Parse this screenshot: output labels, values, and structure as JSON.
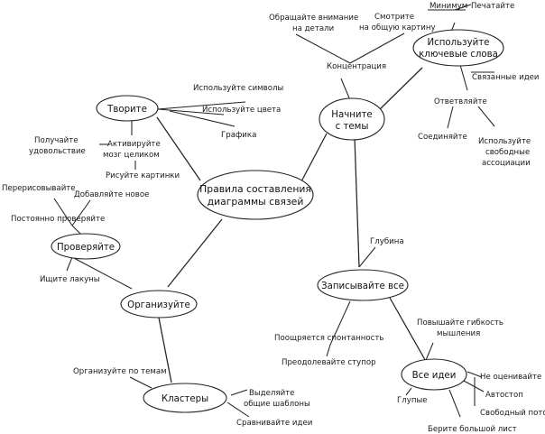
{
  "center": {
    "line1": "Правила составления",
    "line2": "диаграммы связей"
  },
  "nodes": {
    "create": "Творите",
    "start": {
      "line1": "Начните",
      "line2": "с темы"
    },
    "keywords": {
      "line1": "Используйте",
      "line2": "ключевые слова"
    },
    "check": "Проверяйте",
    "organize": "Организуйте",
    "clusters": "Кластеры",
    "write": "Записывайте все",
    "ideas": "Все идеи"
  },
  "labels": {
    "symbols": "Используйте символы",
    "colors": "Используйте цвета",
    "graphics": "Графика",
    "benefit": {
      "line1": "Получайте",
      "line2": "удовольствие"
    },
    "brain": {
      "line1": "Активируйте",
      "line2": "мозг целиком"
    },
    "pictures": "Рисуйте картинки",
    "redraw": "Перерисовывайте",
    "addnew": "Добавляйте новое",
    "constcheck": "Постоянно проверяйте",
    "gaps": "Ищите лакуны",
    "byTopics": "Организуйте по темам",
    "patterns": {
      "line1": "Выделяйте",
      "line2": "общие шаблоны"
    },
    "compare": "Сравнивайте идеи",
    "details": {
      "line1": "Обращайте внимание",
      "line2": "на детали"
    },
    "bigpicture": {
      "line1": "Смотрите",
      "line2": "на общую картину"
    },
    "concentration": "Концентрация",
    "minimum": "Минимум",
    "print": "Печатайте",
    "linked": "Связанные идеи",
    "branch": "Ответвляйте",
    "connect": "Соединяйте",
    "freeassoc": {
      "line1": "Используйте",
      "line2": "свободные",
      "line3": "ассоциации"
    },
    "depth": "Глубина",
    "spontaneity": "Поощряется спонтанность",
    "stupor": "Преодолевайте ступор",
    "flexibility": {
      "line1": "Повышайте гибкость",
      "line2": "мышления"
    },
    "noeval": "Не оценивайте",
    "autostop": "Автостоп",
    "freeflow": "Свободный поток",
    "stupid": "Глупые",
    "bigsheet": "Берите большой лист"
  }
}
